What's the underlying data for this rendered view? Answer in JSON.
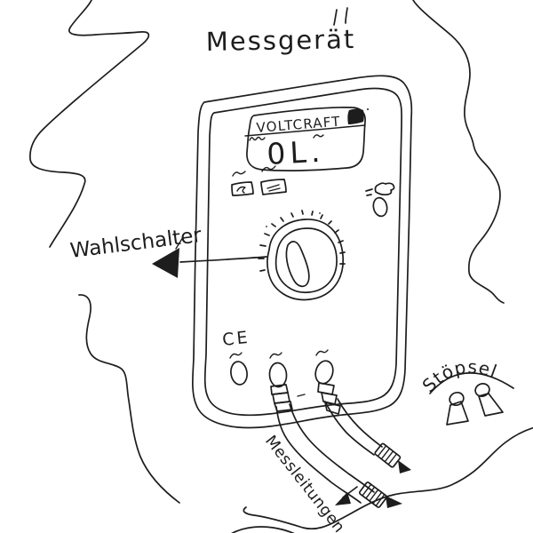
{
  "title": "Messgerät",
  "device": {
    "brand": "VOLTCRAFT",
    "display_reading": "0L.",
    "ce_mark": "CE"
  },
  "annotations": {
    "selector_switch": "Wahlschalter",
    "test_leads": "Messleitungen",
    "plugs": "Stöpsel"
  },
  "colors": {
    "ink": "#1d1d1d",
    "paper": "#ffffff"
  }
}
